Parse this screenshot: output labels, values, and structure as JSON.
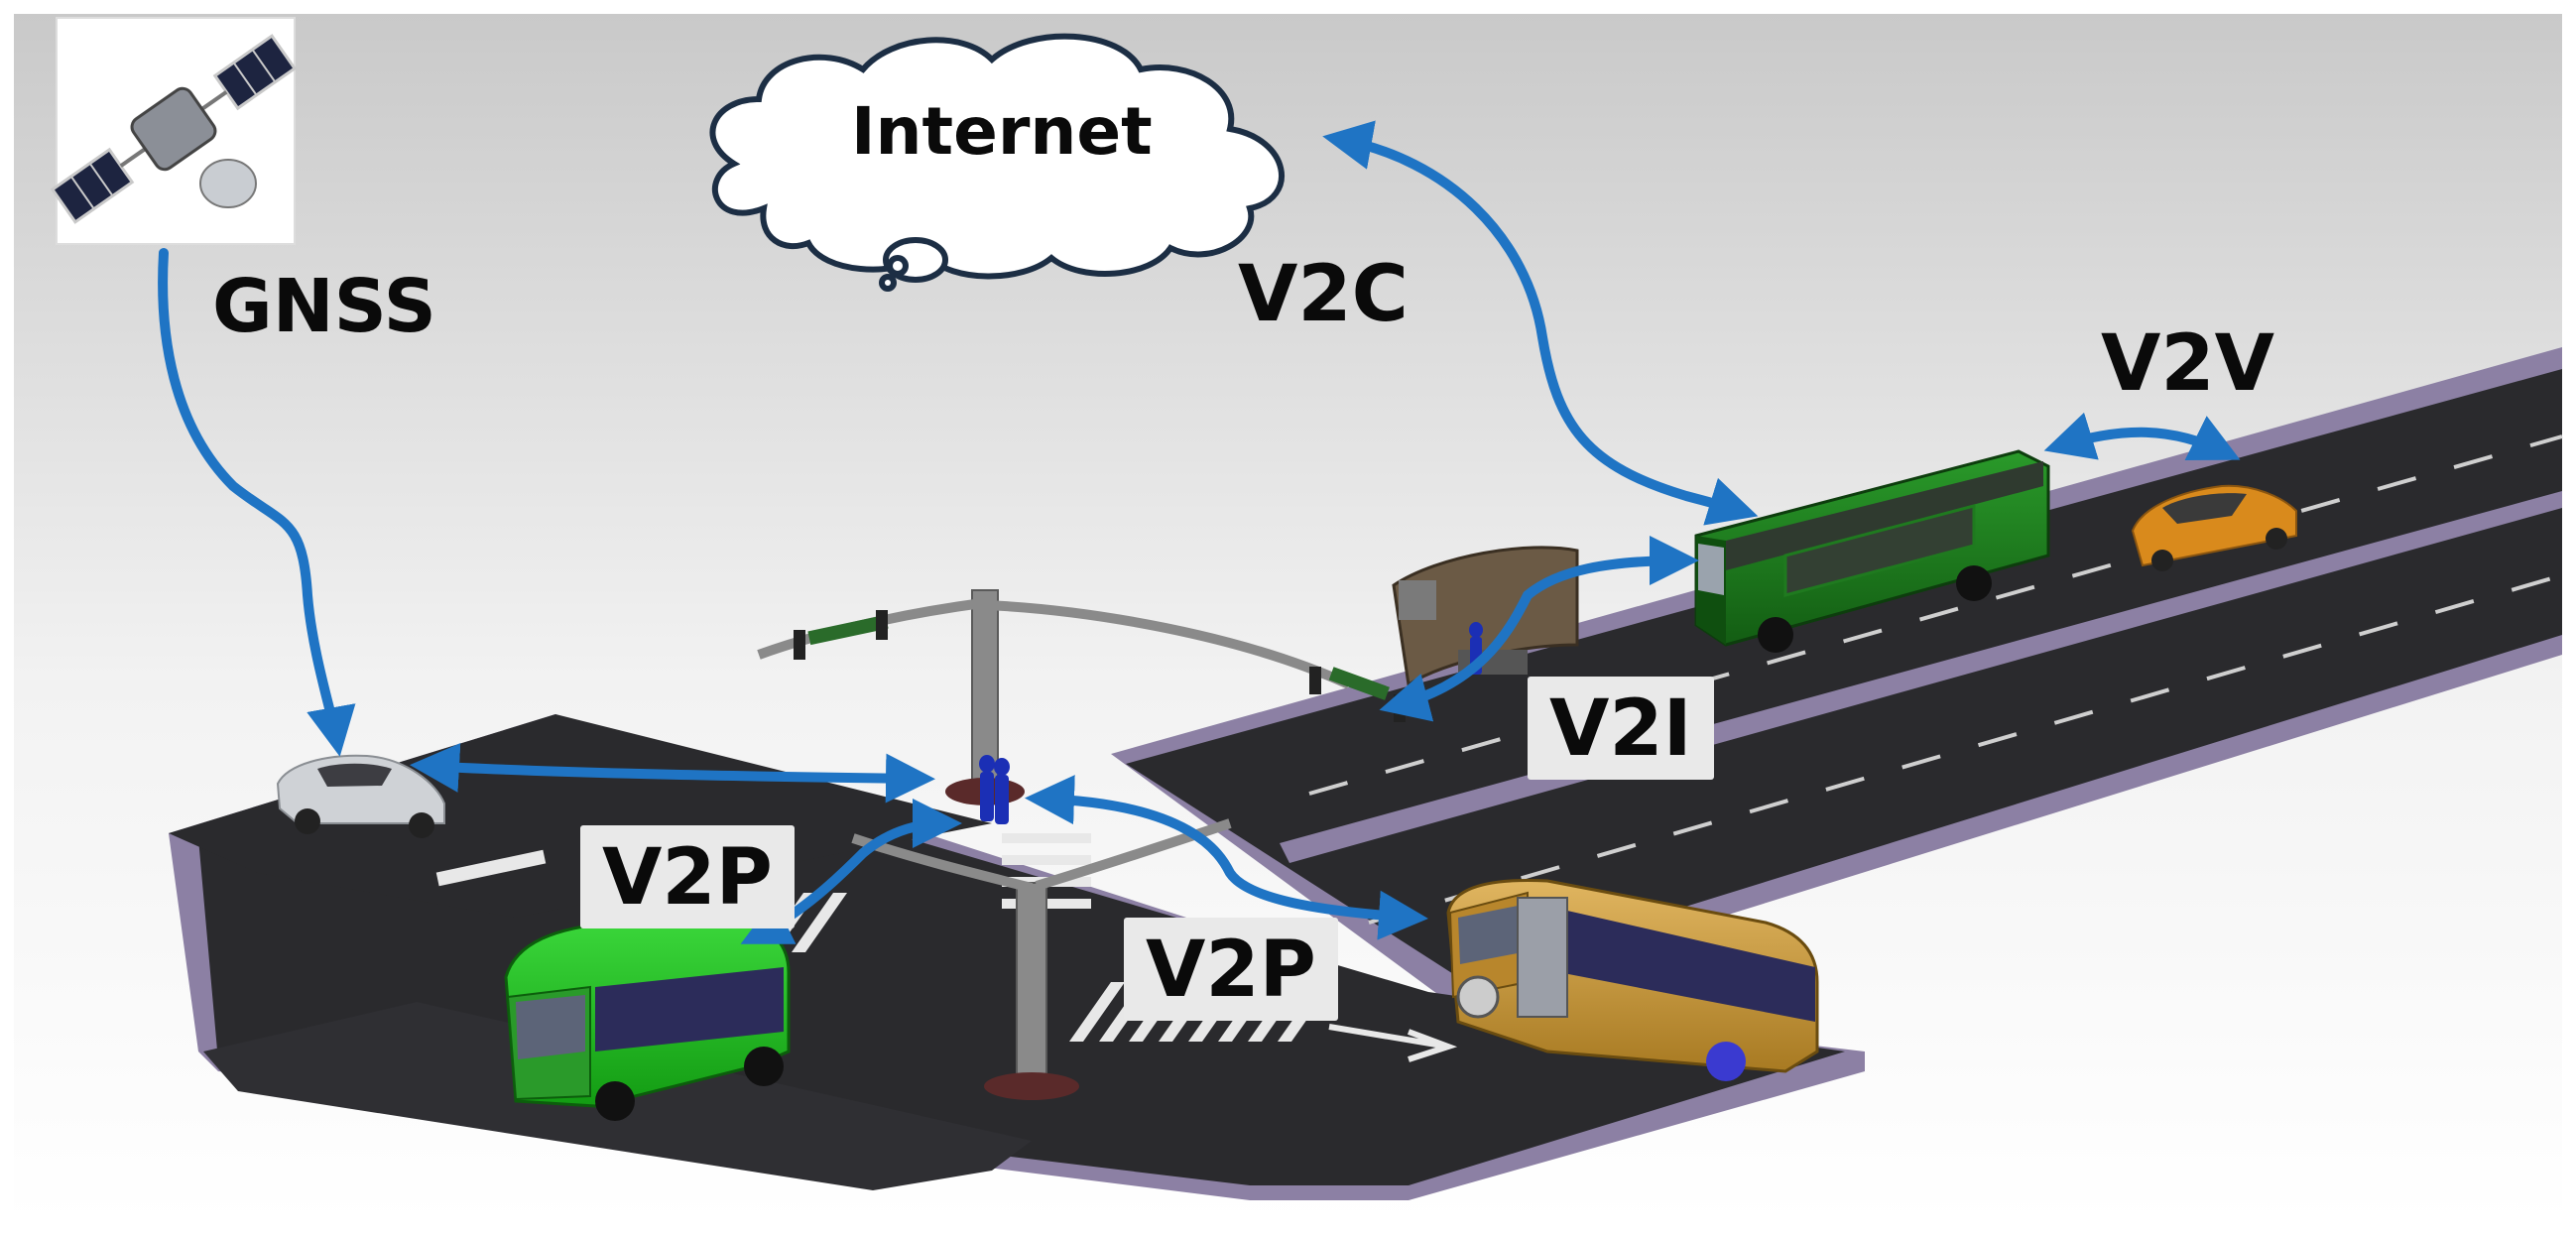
{
  "labels": {
    "internet": "Internet",
    "gnss": "GNSS",
    "v2c": "V2C",
    "v2v": "V2V",
    "v2i": "V2I",
    "v2p_left": "V2P",
    "v2p_right": "V2P"
  },
  "colors": {
    "arrow": "#1f74c4",
    "road": "#2a2a2d",
    "sidewalk": "#8c80a4",
    "bus_green": "#1f7a1f",
    "shuttle_green": "#21c21a",
    "shuttle_gold": "#c99a3b",
    "sedan_orange": "#d98a1c",
    "sedan_silver": "#cfd2d6",
    "pedestrian": "#1b2fb5",
    "pole": "#8a8a8a"
  }
}
